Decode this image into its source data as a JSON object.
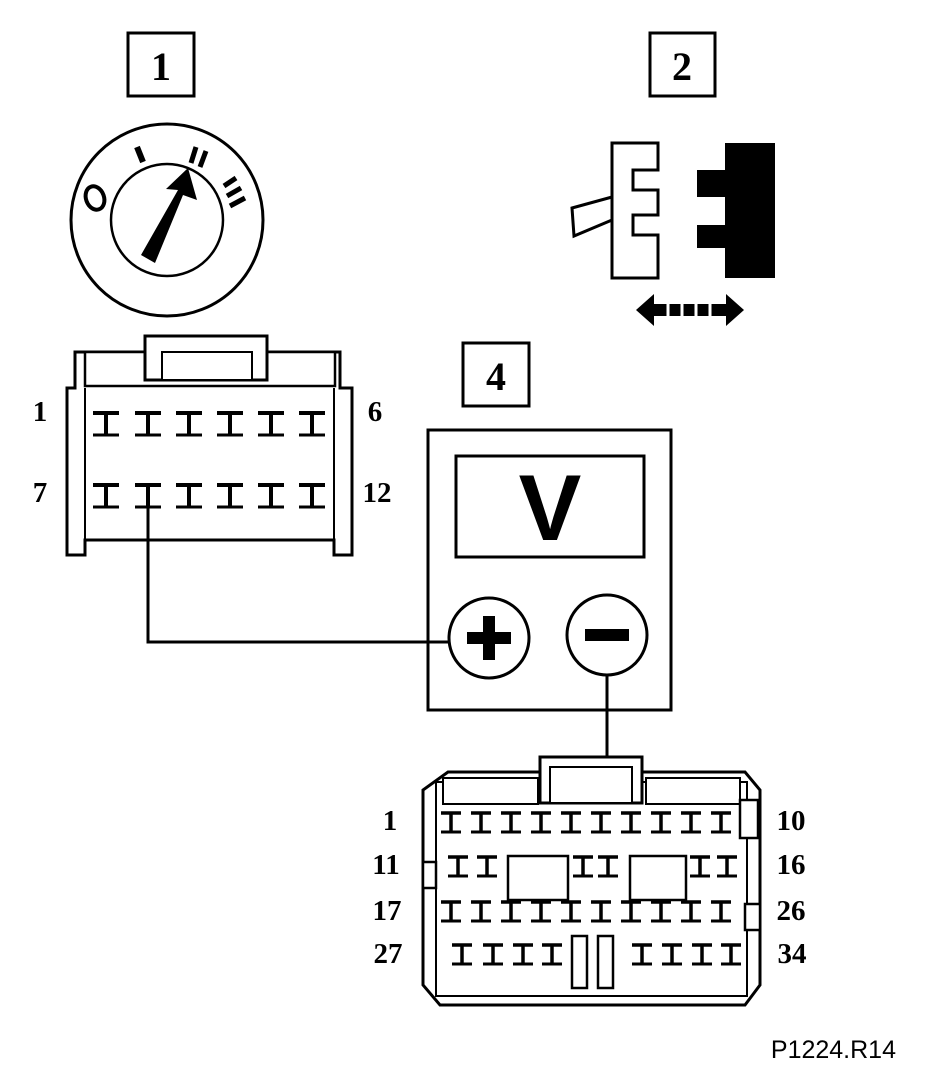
{
  "callouts": {
    "ignition": "1",
    "connector_action": "2",
    "voltmeter": "4"
  },
  "ignition_switch": {
    "positions": [
      "0",
      "I",
      "II",
      "III"
    ]
  },
  "connector_a": {
    "pin_first_top": "1",
    "pin_last_top": "6",
    "pin_first_bottom": "7",
    "pin_last_bottom": "12"
  },
  "voltmeter": {
    "display": "V",
    "plus": "+",
    "minus": "−"
  },
  "connector_b": {
    "row1_first": "1",
    "row1_last": "10",
    "row2_first": "11",
    "row2_last": "16",
    "row3_first": "17",
    "row3_last": "26",
    "row4_first": "27",
    "row4_last": "34"
  },
  "reference": "P1224.R14",
  "colors": {
    "ink": "#000000",
    "paper": "#ffffff"
  },
  "icons": [
    "ignition-switch-icon",
    "connector-disconnect-icon",
    "voltmeter-icon"
  ]
}
